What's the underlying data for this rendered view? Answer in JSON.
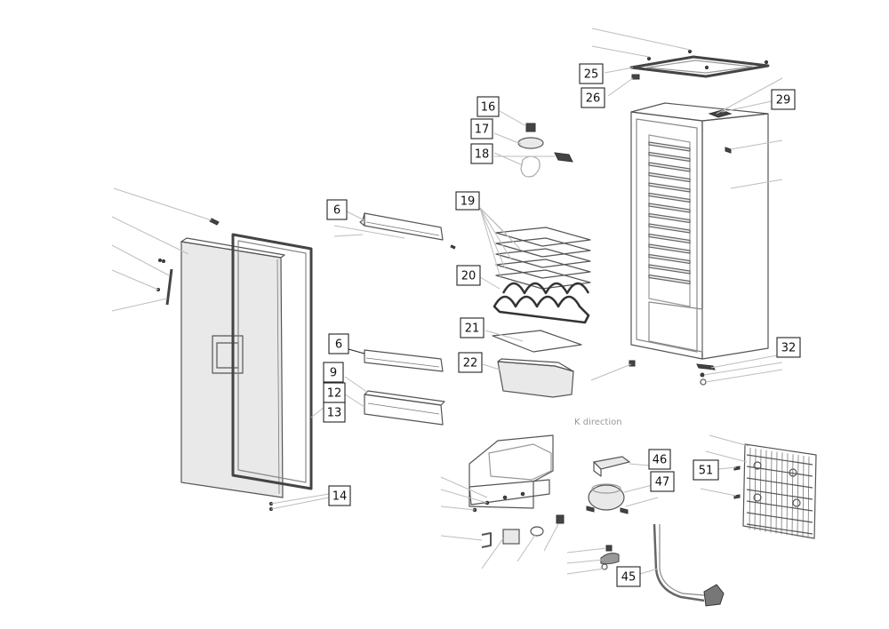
{
  "callouts": {
    "c6a": "6",
    "c6b": "6",
    "c9": "9",
    "c12": "12",
    "c13": "13",
    "c14": "14",
    "c16": "16",
    "c17": "17",
    "c18": "18",
    "c19": "19",
    "c20": "20",
    "c21": "21",
    "c22": "22",
    "c25": "25",
    "c26": "26",
    "c29": "29",
    "c32": "32",
    "c45": "45",
    "c46": "46",
    "c47": "47",
    "c51": "51"
  },
  "caption": "K direction"
}
